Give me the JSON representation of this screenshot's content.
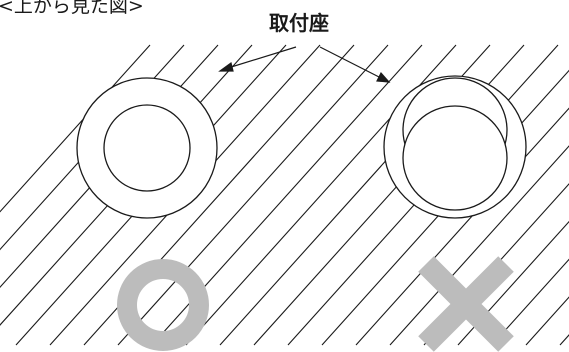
{
  "header": {
    "caption": "<上から見た図>"
  },
  "callout": {
    "label": "取付座"
  },
  "verdicts": {
    "left_mark": "good-mark",
    "right_mark": "bad-mark",
    "mark_color": "#bcbcbc"
  },
  "colors": {
    "line": "#1a1a1a",
    "background": "#ffffff"
  }
}
